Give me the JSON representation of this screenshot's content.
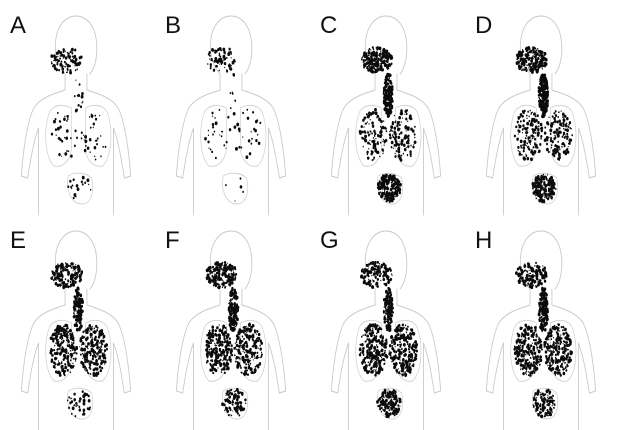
{
  "figure": {
    "panels": [
      {
        "label": "A",
        "deposition": {
          "head": 0.35,
          "trachea": 0.05,
          "lungs": 0.12,
          "stomach": 0.08
        }
      },
      {
        "label": "B",
        "deposition": {
          "head": 0.28,
          "trachea": 0.03,
          "lungs": 0.1,
          "stomach": 0.02
        }
      },
      {
        "label": "C",
        "deposition": {
          "head": 0.85,
          "trachea": 0.8,
          "lungs": 0.45,
          "stomach": 0.85
        }
      },
      {
        "label": "D",
        "deposition": {
          "head": 0.8,
          "trachea": 0.85,
          "lungs": 0.55,
          "stomach": 0.85
        }
      },
      {
        "label": "E",
        "deposition": {
          "head": 0.65,
          "trachea": 0.5,
          "lungs": 0.9,
          "stomach": 0.15
        }
      },
      {
        "label": "F",
        "deposition": {
          "head": 0.75,
          "trachea": 0.65,
          "lungs": 0.9,
          "stomach": 0.35
        }
      },
      {
        "label": "G",
        "deposition": {
          "head": 0.55,
          "trachea": 0.55,
          "lungs": 0.95,
          "stomach": 0.55
        }
      },
      {
        "label": "H",
        "deposition": {
          "head": 0.6,
          "trachea": 0.7,
          "lungs": 0.95,
          "stomach": 0.45
        }
      }
    ],
    "colors": {
      "outline": "#c9c9c9",
      "deposit": "#0b0b0b",
      "background": "#ffffff"
    }
  }
}
